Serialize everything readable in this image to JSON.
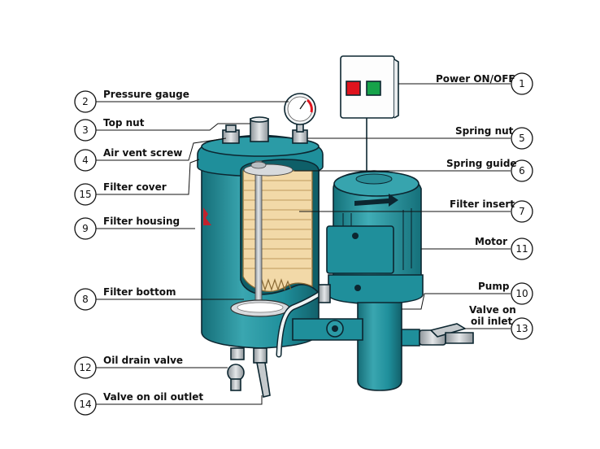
{
  "diagram": {
    "colors": {
      "body": "#1f8f9b",
      "body_dark": "#156e78",
      "body_light": "#4fb6bf",
      "insert": "#f2d9a8",
      "insert_line": "#c9a66b",
      "button_red": "#e0141e",
      "button_green": "#16a34a",
      "metal": "#b9bec2"
    },
    "labels": [
      {
        "id": "1",
        "text": "Power ON/OFF"
      },
      {
        "id": "2",
        "text": "Pressure gauge"
      },
      {
        "id": "3",
        "text": "Top nut"
      },
      {
        "id": "4",
        "text": "Air vent screw"
      },
      {
        "id": "5",
        "text": "Spring nut"
      },
      {
        "id": "6",
        "text": "Spring guide"
      },
      {
        "id": "7",
        "text": "Filter insert"
      },
      {
        "id": "8",
        "text": "Filter bottom"
      },
      {
        "id": "9",
        "text": "Filter housing"
      },
      {
        "id": "10",
        "text": "Pump"
      },
      {
        "id": "11",
        "text": "Motor"
      },
      {
        "id": "12",
        "text": "Oil drain valve"
      },
      {
        "id": "13",
        "text": "Valve on oil inlet"
      },
      {
        "id": "14",
        "text": "Valve on oil outlet"
      },
      {
        "id": "15",
        "text": "Filter cover"
      }
    ]
  }
}
